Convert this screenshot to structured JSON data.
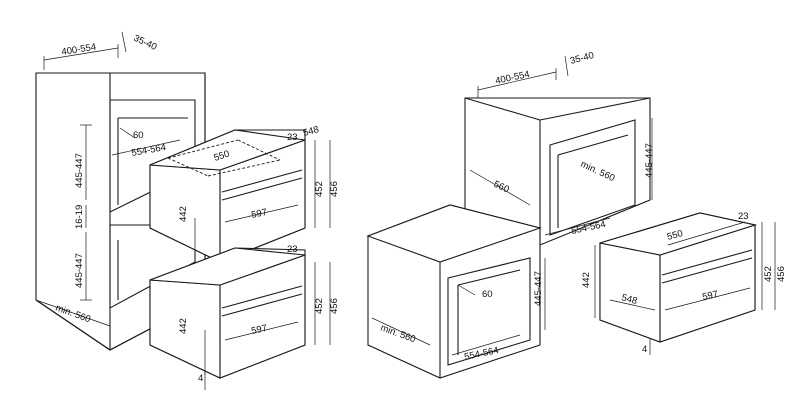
{
  "labels": {
    "l_400_554": "400-554",
    "l_35_40": "35-40",
    "l_60": "60",
    "l_554_564": "554-564",
    "l_550": "550",
    "l_23": "23",
    "l_548": "548",
    "l_445_447": "445-447",
    "l_16_19": "16-19",
    "l_442": "442",
    "l_452": "452",
    "l_456": "456",
    "l_597": "597",
    "l_min560": "min. 560",
    "l_560": "560",
    "l_4": "4"
  },
  "colors": {
    "line": "#1a1a1a",
    "background": "#ffffff"
  }
}
